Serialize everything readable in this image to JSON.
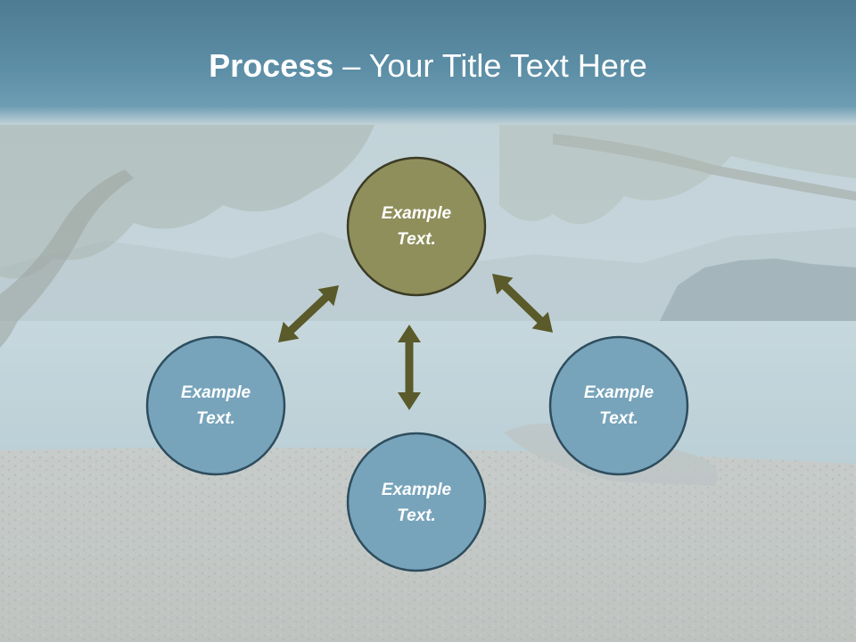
{
  "title": {
    "bold": "Process",
    "separator": " – ",
    "rest": "Your Title Text Here"
  },
  "colors": {
    "title_band": "#5c8ea6",
    "center_node_fill": "#8f8f5c",
    "outer_node_fill": "#77a4bb",
    "node_stroke": "#2e4d5e",
    "center_node_stroke": "#3b3b25",
    "arrow": "#5a5a2a",
    "text": "#ffffff"
  },
  "nodes": [
    {
      "id": "top",
      "label": "Example\nText.",
      "style": "center"
    },
    {
      "id": "left",
      "label": "Example\nText.",
      "style": "outer"
    },
    {
      "id": "bottom",
      "label": "Example\nText.",
      "style": "outer"
    },
    {
      "id": "right",
      "label": "Example\nText.",
      "style": "outer"
    }
  ],
  "arrows": [
    {
      "from": "top",
      "to": "left",
      "type": "double"
    },
    {
      "from": "top",
      "to": "bottom",
      "type": "double"
    },
    {
      "from": "top",
      "to": "right",
      "type": "double"
    }
  ]
}
